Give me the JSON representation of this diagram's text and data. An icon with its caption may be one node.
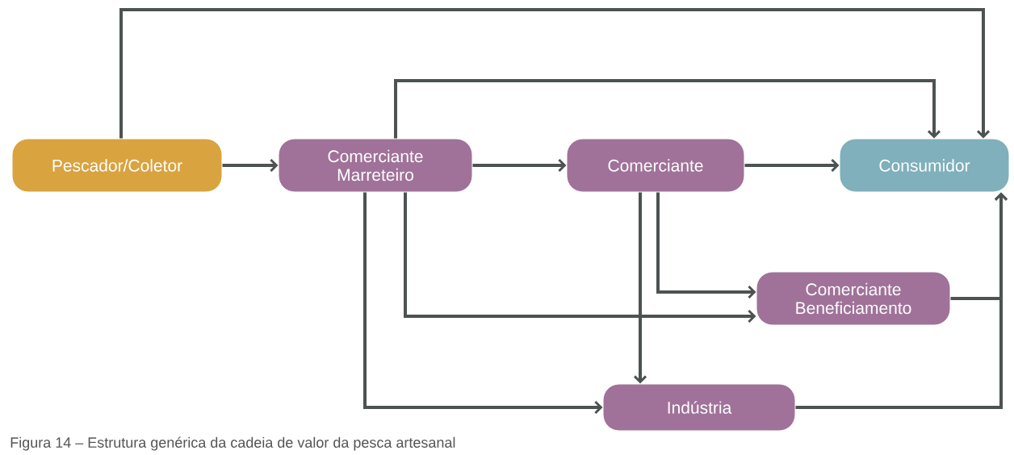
{
  "diagram": {
    "caption": "Figura 14 – Estrutura genérica da cadeia de valor da pesca artesanal",
    "nodes": [
      {
        "text": [
          "Pescador/Coletor"
        ]
      },
      {
        "text": [
          "Comerciante Marreteiro"
        ]
      },
      {
        "text": [
          "Comerciante"
        ]
      },
      {
        "text": [
          "Consumidor"
        ]
      },
      {
        "text": [
          "Comerciante Beneficiamento"
        ]
      },
      {
        "text": [
          "Indústria"
        ]
      }
    ],
    "edges": [
      {
        "from": 0,
        "to": 1,
        "arrow": "to"
      },
      {
        "from": 1,
        "to": 2,
        "arrow": "to"
      },
      {
        "from": 2,
        "to": 3,
        "arrow": "to"
      },
      {
        "from": 0,
        "to": 3,
        "arrow": "to"
      },
      {
        "from": 1,
        "to": 3,
        "arrow": "to"
      },
      {
        "from": 2,
        "to": 4,
        "arrow": "to"
      },
      {
        "from": 1,
        "to": 4,
        "arrow": "to"
      },
      {
        "from": 2,
        "to": 5,
        "arrow": "to"
      },
      {
        "from": 1,
        "to": 5,
        "arrow": "to"
      },
      {
        "from": 4,
        "to": 3,
        "arrow": "to"
      },
      {
        "from": 5,
        "to": 3,
        "arrow": "to"
      }
    ]
  }
}
